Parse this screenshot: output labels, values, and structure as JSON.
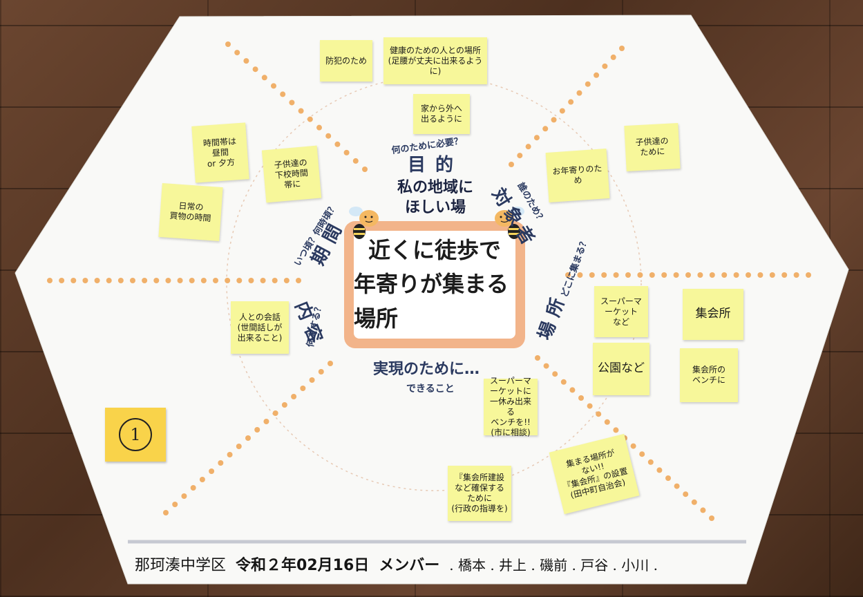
{
  "colors": {
    "paper": "#f9f9f7",
    "dots": "#f0b06a",
    "sticky": "#f7f79a",
    "number_sticky": "#f9d34a",
    "text_blue": "#2b3a60",
    "frame": "#f2b48a"
  },
  "center": {
    "line1": "近くに徒歩で",
    "line2": "年寄りが集まる場所"
  },
  "theme": {
    "line1": "私の地域に",
    "line2": "ほしい場"
  },
  "labels": {
    "mokuteki": "目的",
    "mokuteki_q": "何のために必要？",
    "taisho": "対象者",
    "taisho_q": "誰のため？",
    "basho": "場所",
    "basho_q": "どこに集まる？",
    "naiyo": "内容",
    "naiyo_q": "何をする？",
    "kikan": "期間",
    "kikan_q": "いつ頃？何時頃？",
    "jitsugen": "実現のために…",
    "dekiru": "できること"
  },
  "notes": [
    {
      "text": "防犯のため"
    },
    {
      "text": "健康のための人との場所\n(足腰が丈夫に出来るように)"
    },
    {
      "text": "家から外へ\n出るように"
    },
    {
      "text": "時間帯は\n昼間\nor 夕方"
    },
    {
      "text": "子供達の\n下校時間\n帯に"
    },
    {
      "text": "日常の\n買物の時間"
    },
    {
      "text": "お年寄りのため"
    },
    {
      "text": "子供達の\nために"
    },
    {
      "text": "スーパーマーケット\nなど"
    },
    {
      "text": "集会所"
    },
    {
      "text": "公園など"
    },
    {
      "text": "集会所の\nベンチに"
    },
    {
      "text": "人との会話\n(世間話しが\n出来ること)"
    },
    {
      "text": "スーパーマーケットに\n一休み出来る\nベンチを!!\n(市に相談)"
    },
    {
      "text": "『集会所建設\nなど確保する\nために\n(行政の指導を)"
    },
    {
      "text": "集まる場所が\nない!!\n『集会所』の設置\n(田中町自治会)"
    }
  ],
  "number_label": "1",
  "footer": {
    "district": "那珂湊中学区",
    "date": "令和２年02月16日",
    "members_label": "メンバー",
    "members": ". 橋本 . 井上 . 磯前 . 戸谷 . 小川 ."
  }
}
